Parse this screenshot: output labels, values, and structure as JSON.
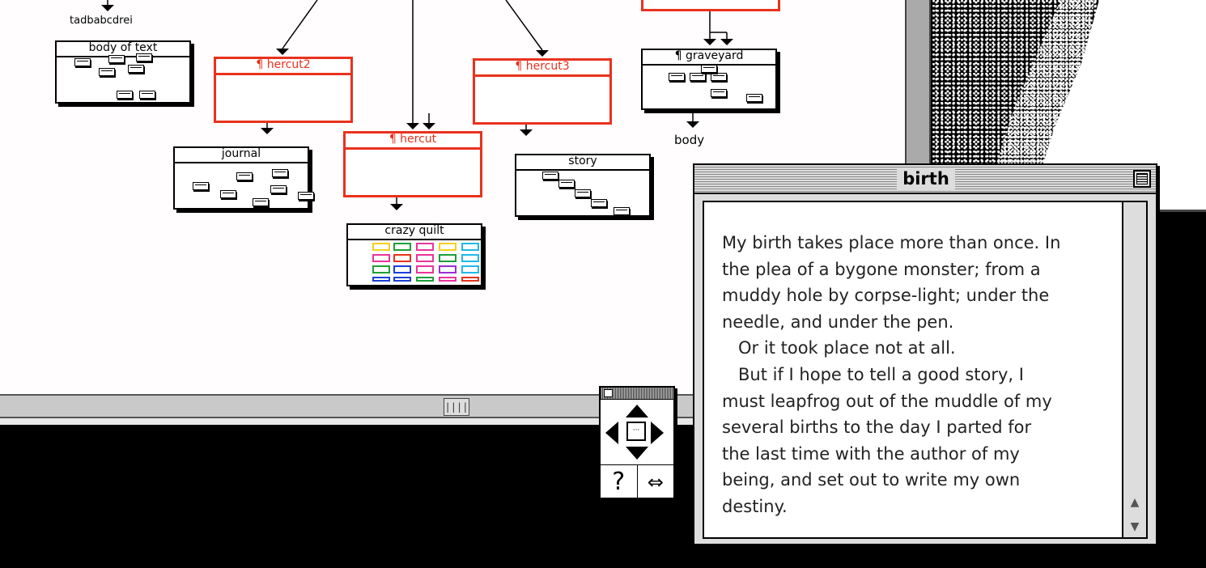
{
  "nodes": {
    "body_of_text": "body of text",
    "hercut2": "¶ hercut2",
    "hercut3": "¶ hercut3",
    "hercut": "¶ hercut",
    "graveyard": "¶ graveyard",
    "journal": "journal",
    "story": "story",
    "crazy_quilt": "crazy quilt"
  },
  "labels": {
    "alphabet": "tadbabcdrei",
    "body": "body"
  },
  "text_window": {
    "title": "birth",
    "lines": [
      "My birth takes place more than once. In",
      "the plea of a bygone monster; from a",
      "muddy hole by corpse-light; under the",
      "needle, and under the pen.",
      "   Or it took place not at all.",
      "   But if I hope to tell a good story, I",
      "must leapfrog out of the muddle of my",
      "several births to the day I parted for",
      "the last time with the author of my",
      "being, and set out to write my own",
      "destiny."
    ]
  },
  "palette": {
    "center": "···",
    "help": "?",
    "swap": "⇔"
  },
  "scroll": {
    "thumb": "||||"
  },
  "colors": {
    "accent_red": "#e8321d"
  }
}
